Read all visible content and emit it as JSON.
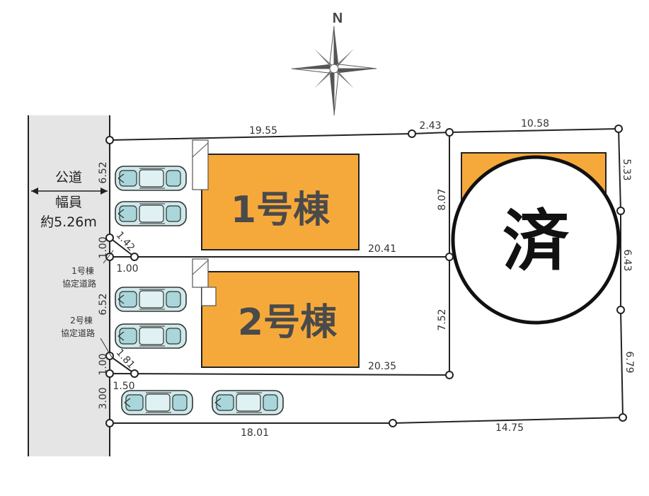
{
  "compass": {
    "label": "N",
    "icon": "compass-rose-icon"
  },
  "road": {
    "line1": "公道",
    "line2": "幅員",
    "line3": "約5.26m"
  },
  "buildings": {
    "b1": {
      "label": "1号棟"
    },
    "b2": {
      "label": "2号棟"
    },
    "sold": {
      "label": "済"
    }
  },
  "notes": {
    "path1_l1": "1号棟",
    "path1_l2": "協定道路",
    "path2_l1": "2号棟",
    "path2_l2": "協定道路"
  },
  "dimensions": {
    "top_left": "19.55",
    "top_mid": "2.43",
    "top_right": "10.58",
    "left_b1": "6.52",
    "left_p1": "1.00",
    "left_b2": "6.52",
    "left_p2": "1.00",
    "left_bottom": "3.00",
    "diag1": "1.42",
    "diag2": "1.81",
    "path1_width": "1.00",
    "path2_width": "1.50",
    "mid1": "20.41",
    "mid2": "20.35",
    "divider_upper": "8.07",
    "divider_lower": "7.52",
    "right_top": "5.33",
    "right_mid": "6.43",
    "right_bottom": "6.79",
    "bottom_left": "18.01",
    "bottom_right": "14.75"
  },
  "colors": {
    "building": "#f6a93b",
    "road": "#e5e5e5",
    "car_body": "#cfe9ea",
    "car_glass": "#a9d6da"
  }
}
